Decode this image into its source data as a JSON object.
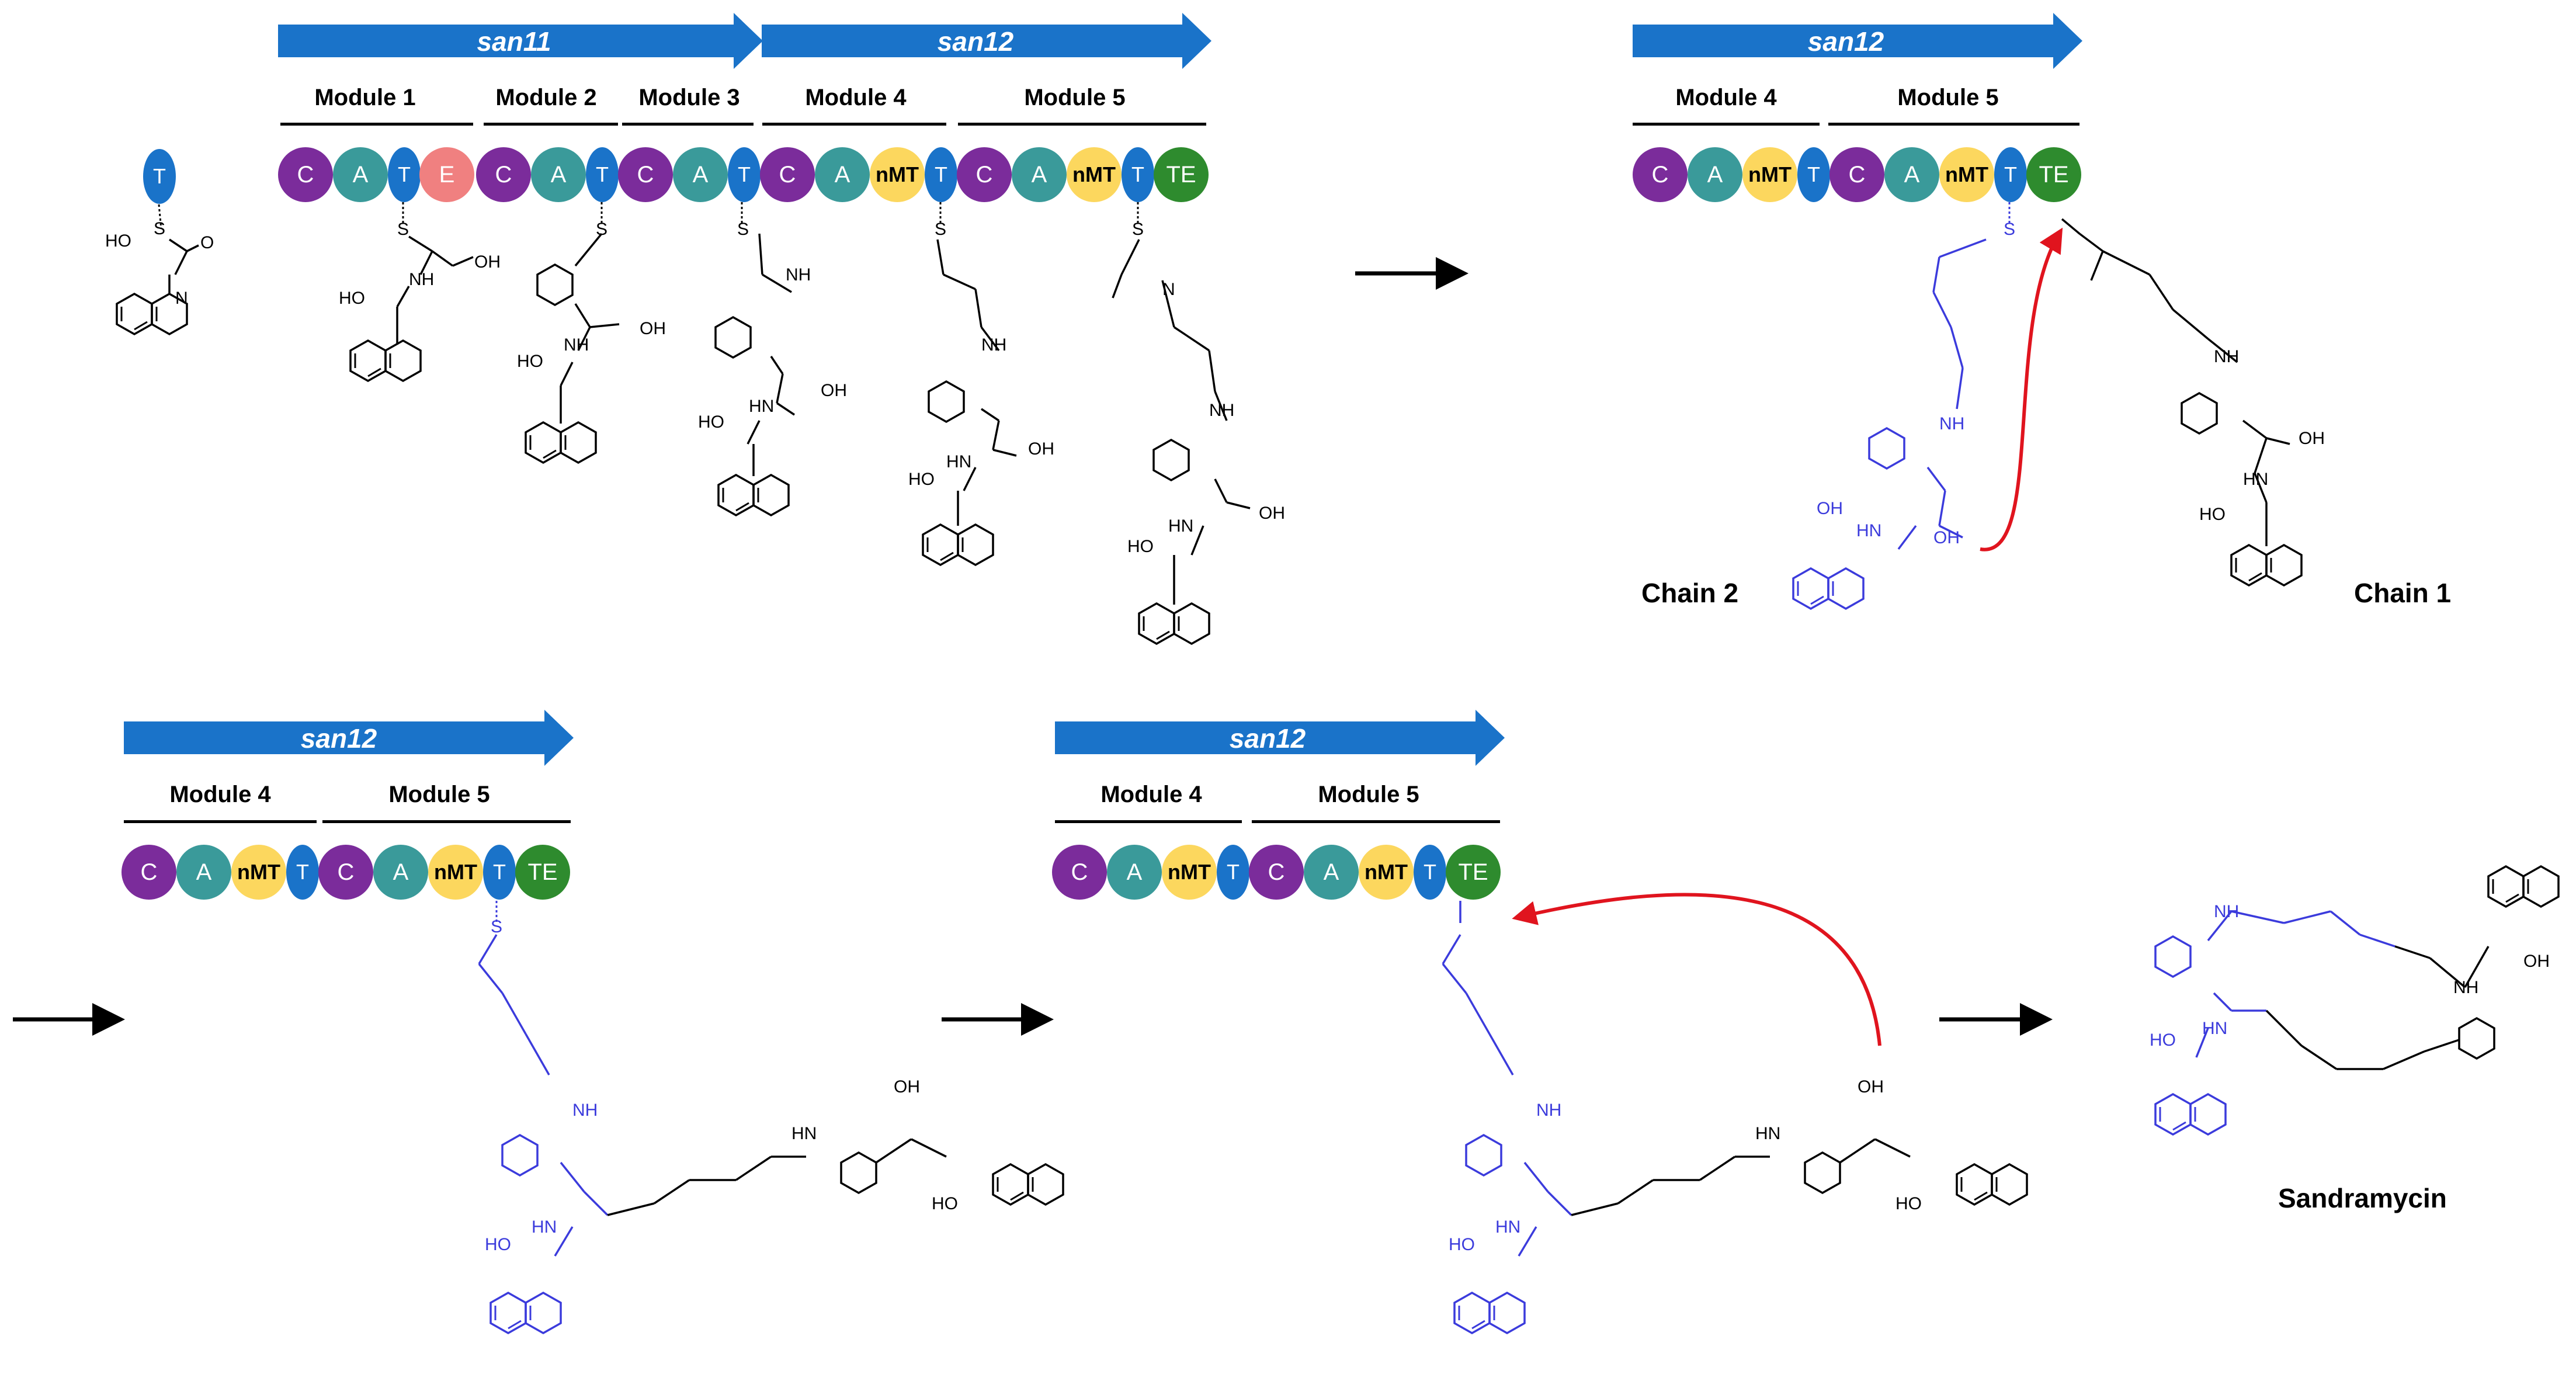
{
  "genes": {
    "san11": "san11",
    "san12": "san12"
  },
  "modules": {
    "m1": "Module 1",
    "m2": "Module 2",
    "m3": "Module 3",
    "m4": "Module 4",
    "m5": "Module 5"
  },
  "domains": {
    "C": "C",
    "A": "A",
    "T": "T",
    "E": "E",
    "nMT": "nMT",
    "TE": "TE"
  },
  "labels": {
    "chain1": "Chain 1",
    "chain2": "Chain 2",
    "product": "Sandramycin"
  },
  "atoms": {
    "S": "S",
    "N": "N",
    "NH": "NH",
    "HN": "HN",
    "O": "O",
    "OH": "OH",
    "HO": "HO"
  },
  "colors": {
    "gene_arrow": "#1a73c9",
    "C": "#7b2c9b",
    "A": "#3a9a9a",
    "T": "#1a73c9",
    "E": "#f08080",
    "nMT": "#fcd75e",
    "TE": "#2e8b2e",
    "chain_blue": "#3b3bdc",
    "transfer_arrow": "#e0141e"
  }
}
